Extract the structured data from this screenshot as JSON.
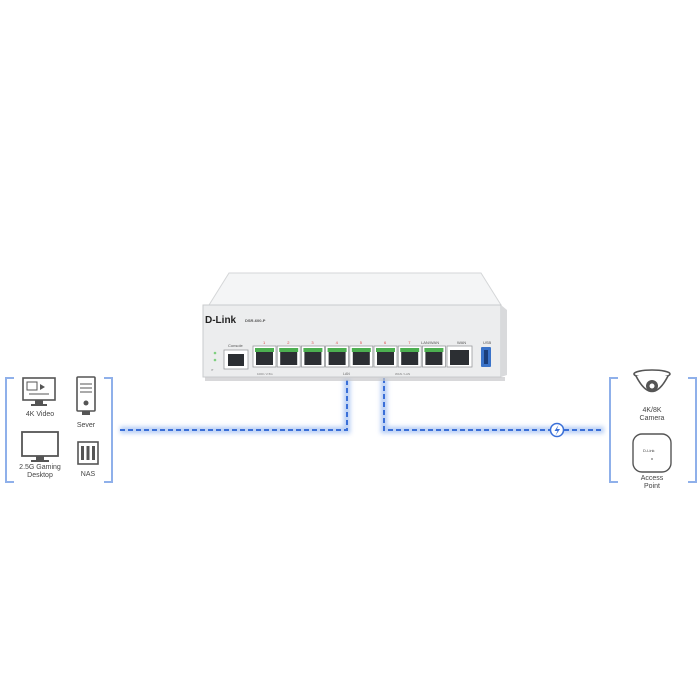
{
  "device": {
    "brand": "D-Link",
    "model": "DSR-600-P",
    "console_label": "Console",
    "port_numbers": [
      "1",
      "2",
      "3",
      "4",
      "5",
      "6",
      "7"
    ],
    "lan_wan_label": "LAN/WAN",
    "wan_label": "WAN",
    "usb_label": "USB",
    "lan_label": "LAN",
    "bottom_left_text": "1000 / 2.5G",
    "bottom_right_text": "WAN / LAN"
  },
  "left_group": {
    "items": [
      {
        "label": "4K Video",
        "icon": "video-monitor-icon"
      },
      {
        "label": "Sever",
        "icon": "server-icon"
      },
      {
        "label": "2.5G Gaming\nDesktop",
        "icon": "desktop-icon"
      },
      {
        "label": "NAS",
        "icon": "nas-icon"
      }
    ]
  },
  "right_group": {
    "items": [
      {
        "label": "4K/8K\nCamera",
        "icon": "dome-camera-icon"
      },
      {
        "label": "Access\nPoint",
        "icon": "access-point-icon",
        "device_text": "D-Link"
      }
    ]
  },
  "connection_symbol": "lightning-bolt-icon",
  "colors": {
    "cable": "#3a6fd8",
    "cable_glow": "#a9c4f3",
    "bracket": "#8fb0ea",
    "port_green": "#4caf50",
    "device_body": "#f1f2f3"
  }
}
